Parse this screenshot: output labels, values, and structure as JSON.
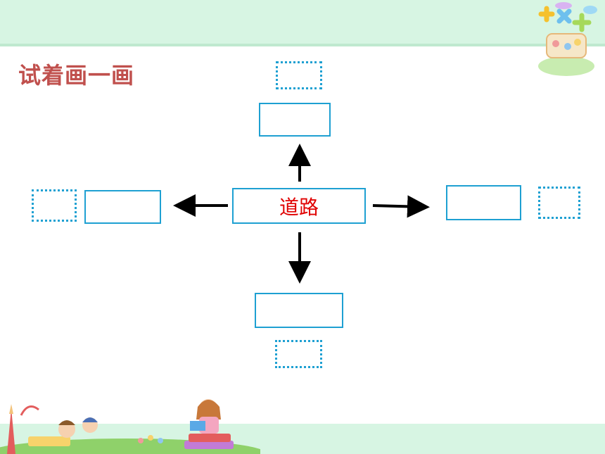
{
  "title": "试着画一画",
  "center": {
    "label": "道路"
  },
  "colors": {
    "title": "#c0504d",
    "center_text": "#e00000",
    "box_border": "#1ea0d2",
    "arrow": "#000000",
    "band": "#d7f5e3"
  },
  "directions": [
    "up",
    "left",
    "right",
    "down"
  ],
  "decorations": [
    "math-balloon-icon",
    "kids-reading-icon"
  ]
}
